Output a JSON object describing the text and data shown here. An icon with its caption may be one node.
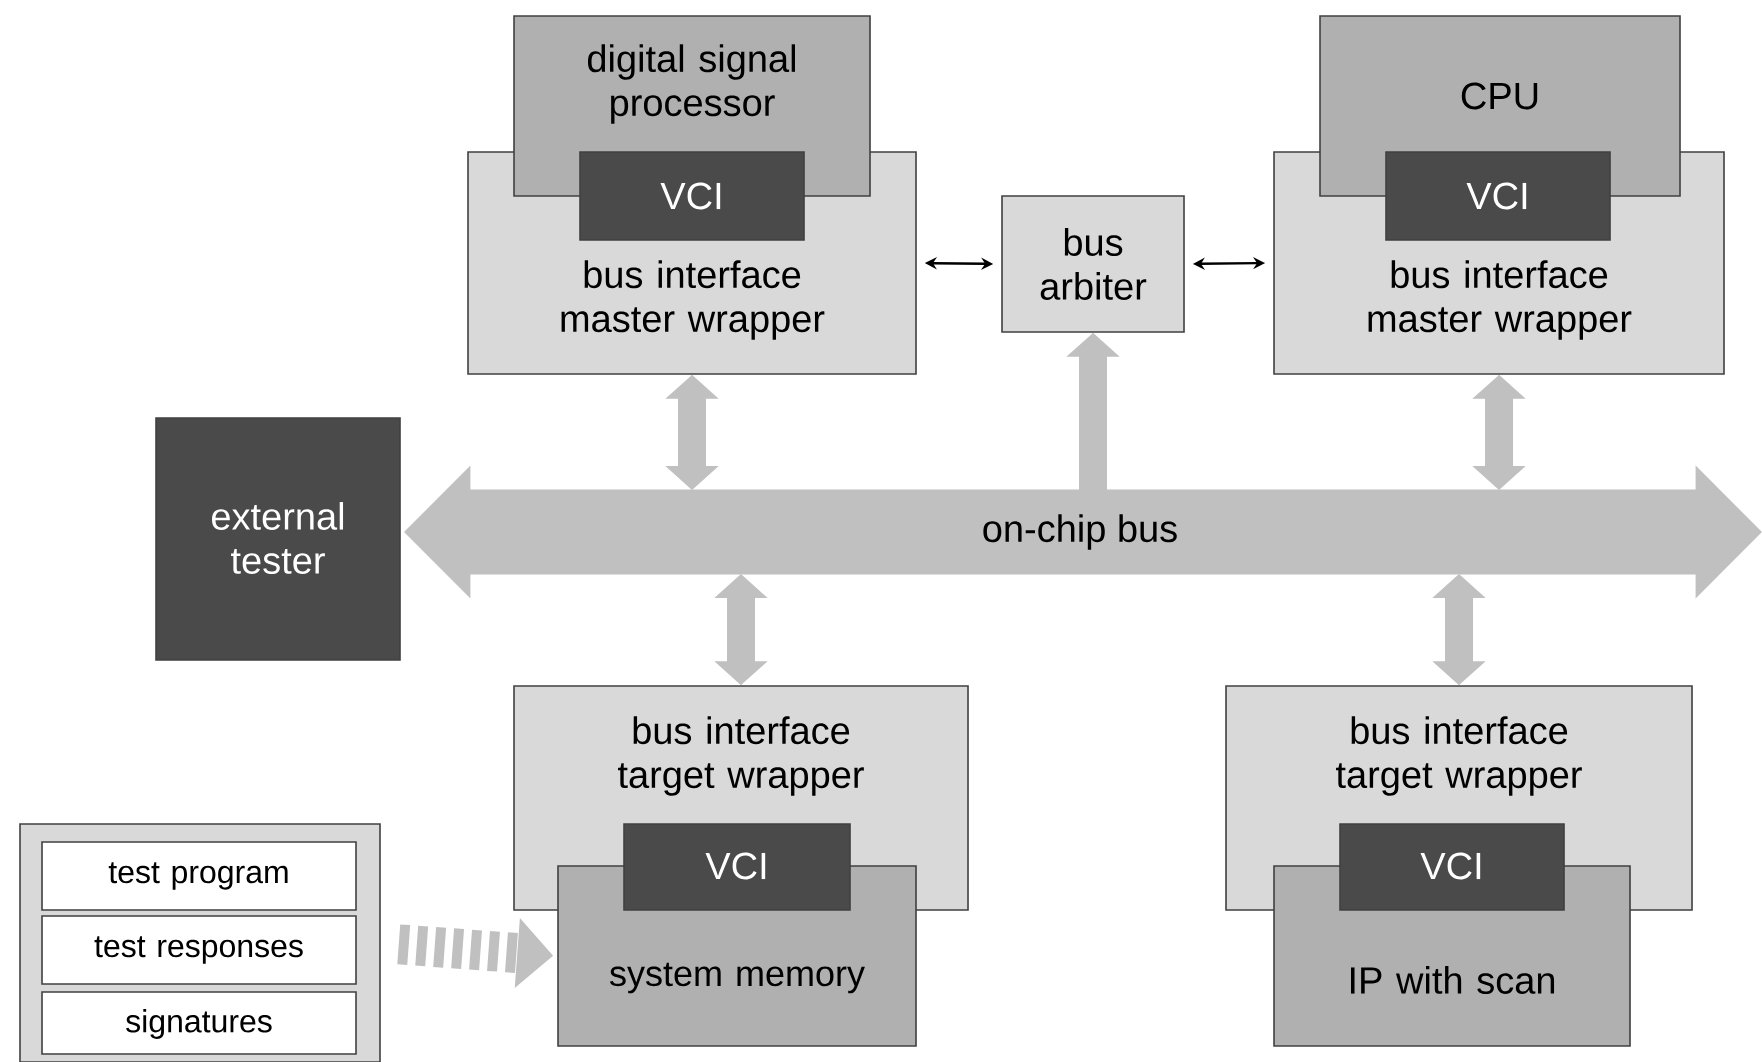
{
  "diagram": {
    "nodes": [
      {
        "text": [
          "digital signal processor"
        ]
      },
      {
        "text": [
          "VCI"
        ],
        "in": 2
      },
      {
        "text": [
          "bus interface master wrapper"
        ]
      },
      {
        "text": [
          "bus arbiter"
        ]
      },
      {
        "text": [
          "CPU"
        ]
      },
      {
        "text": [
          "VCI"
        ],
        "in": 6
      },
      {
        "text": [
          "bus interface master wrapper"
        ]
      },
      {
        "text": [
          "external tester"
        ]
      },
      {
        "text": [
          "on-chip bus"
        ]
      },
      {
        "text": [
          "bus interface target wrapper"
        ]
      },
      {
        "text": [
          "VCI"
        ],
        "in": 9
      },
      {
        "text": [
          "system memory"
        ]
      },
      {
        "text": [
          "bus interface target wrapper"
        ]
      },
      {
        "text": [
          "VCI"
        ],
        "in": 12
      },
      {
        "text": [
          "IP with scan"
        ]
      },
      {
        "text": [],
        "shape": "box"
      },
      {
        "text": [
          "test program"
        ],
        "in": 15
      },
      {
        "text": [
          "test responses"
        ],
        "in": 15
      },
      {
        "text": [
          "signatures"
        ],
        "in": 15
      }
    ],
    "edges": [
      {
        "from": 2,
        "to": 3,
        "arrow": "both",
        "color": "#000000"
      },
      {
        "from": 3,
        "to": 6,
        "arrow": "both",
        "color": "#000000"
      },
      {
        "from": 8,
        "to": 3,
        "arrow": "to"
      },
      {
        "from": 2,
        "to": 8,
        "arrow": "both"
      },
      {
        "from": 6,
        "to": 8,
        "arrow": "both"
      },
      {
        "from": 8,
        "to": 9,
        "arrow": "both"
      },
      {
        "from": 8,
        "to": 12,
        "arrow": "both"
      },
      {
        "from": 15,
        "to": 11,
        "arrow": "to",
        "style": "dashed"
      }
    ]
  }
}
